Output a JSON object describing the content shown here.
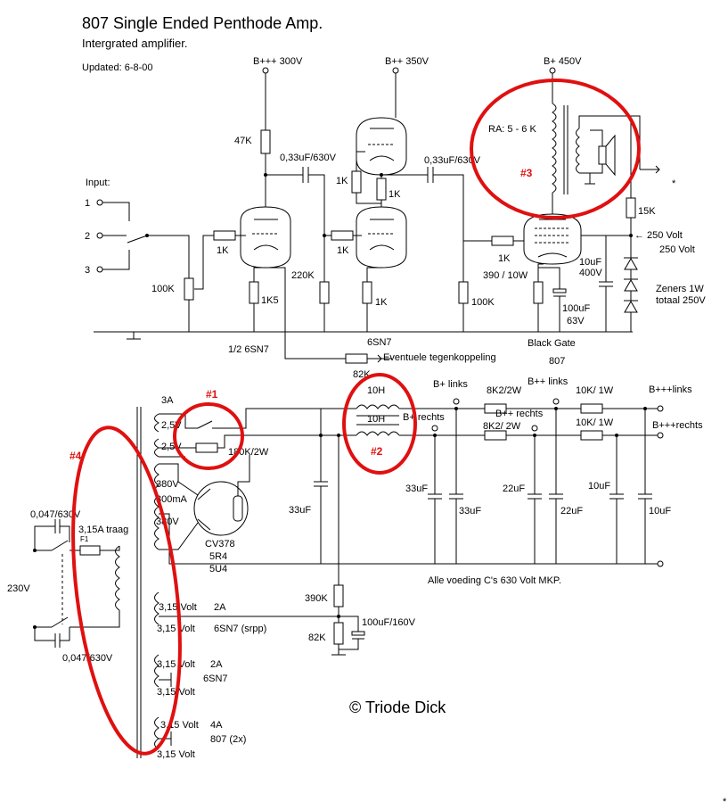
{
  "title": "807 Single Ended Penthode Amp.",
  "subtitle": "Intergrated amplifier.",
  "updated": "Updated: 6-8-00",
  "copyright": "© Triode Dick",
  "colors": {
    "ink": "#000000",
    "annotation": "#e01010",
    "background": "#ffffff"
  },
  "amplifier": {
    "supply_b3": "B+++  300V",
    "supply_b2": "B++  350V",
    "supply_b1": "B+  450V",
    "input_label": "Input:",
    "input_1": "1",
    "input_2": "2",
    "input_3": "3",
    "r_volume": "100K",
    "r_grid1": "1K",
    "r_47k": "47K",
    "r_cathode1": "1K5",
    "stage1_label": "1/2 6SN7",
    "c_coupling1": "0,33uF/630V",
    "r_220k": "220K",
    "r_grid2": "1K",
    "r_srpp_top": "1K",
    "r_srpp_mid": "1K",
    "r_cathode2": "1K",
    "tube2_label": "6SN7",
    "c_coupling2": "0,33uF/630V",
    "r_100k": "100K",
    "r_grid3": "1K",
    "r_cathode3": "390 / 10W",
    "c_cathode3": "100uF\n63V",
    "c_cathode3_a": "100uF",
    "c_cathode3_b": "63V",
    "black_gate": "Black Gate",
    "tube3_label": "807",
    "ra_label": "RA: 5 - 6 K",
    "r_15k": "15K",
    "g2_voltage": "← 250 Volt",
    "g2_voltage_b": "250 Volt",
    "c_g2_a": "10uF",
    "c_g2_b": "400V",
    "zeners_a": "Zeners 1W",
    "zeners_b": "totaal 250V",
    "feedback_label": "Eventuele tegenkoppeling",
    "feedback_r": "82K",
    "output_star": "*"
  },
  "psu": {
    "fuse_3a": "3A",
    "sec_25a": "2,5V",
    "sec_25b": "2,5V",
    "r_180k": "180K/2W",
    "sec_380a": "380V",
    "sec_300ma": "300mA",
    "sec_380b": "380V",
    "rectifier_a": "CV378",
    "rectifier_b": "5R4",
    "rectifier_c": "5U4",
    "c_first": "33uF",
    "c_first_b": "33uF",
    "choke_l": "10H",
    "choke_r": "10H",
    "b1_links": "B+ links",
    "b1_rechts": "B+ rechts",
    "r_8k2_l": "8K2/2W",
    "r_8k2_r": "8K2/ 2W",
    "b2_links": "B++ links",
    "b2_rechts": "B++ rechts",
    "c_b1": "33uF",
    "c_b2": "22uF",
    "c_b2b": "22uF",
    "r_10k_l": "10K/ 1W",
    "r_10k_r": "10K/ 1W",
    "b3_links": "B+++links",
    "b3_rechts": "B+++rechts",
    "c_b3": "10uF",
    "c_b3b": "10uF",
    "note": "Alle voeding C's 630 Volt MKP.",
    "mains": "230V",
    "c_mains_top": "0,047/630V",
    "c_mains_bot": "0,047/630V",
    "fuse_main": "3,15A traag",
    "fuse_tag": "F1",
    "r_390k": "390K",
    "r_82k": "82K",
    "c_bias": "100uF/160V",
    "heater1_a": "3,15 Volt",
    "heater1_b": "3,15 Volt",
    "heater1_amp": "2A",
    "heater1_tube": "6SN7 (srpp)",
    "heater2_a": "3,15 Volt",
    "heater2_b": "3,15 Volt",
    "heater2_amp": "2A",
    "heater2_tube": "6SN7",
    "heater3_a": "3,15 Volt",
    "heater3_b": "3,15 Volt",
    "heater3_amp": "4A",
    "heater3_tube": "807 (2x)"
  },
  "annotations": {
    "mark1": "#1",
    "mark2": "#2",
    "mark3": "#3",
    "mark4": "#4"
  },
  "corner_star": "*"
}
